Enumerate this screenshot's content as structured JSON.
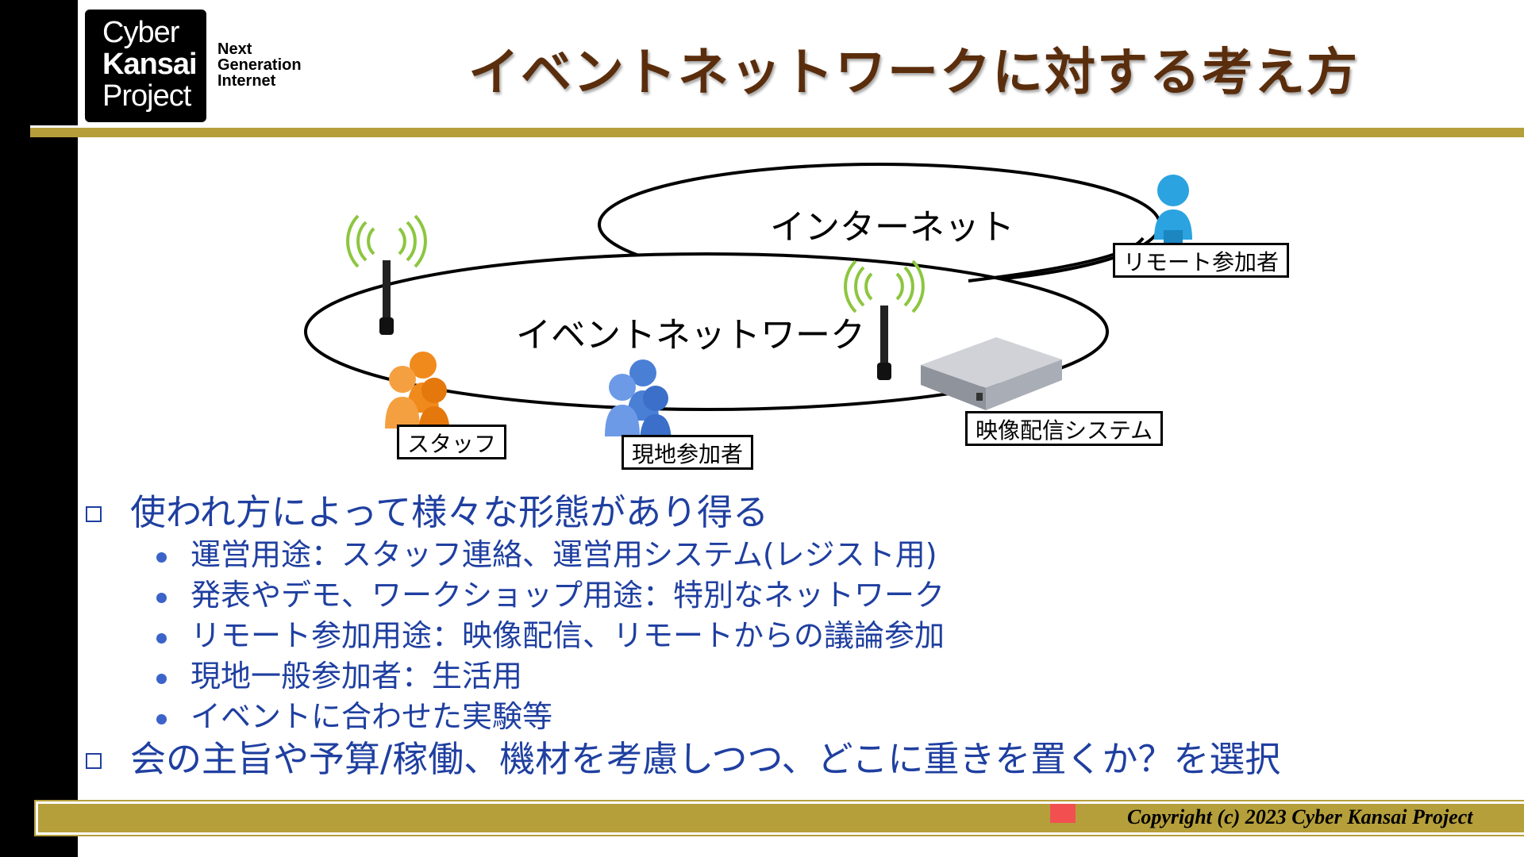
{
  "header": {
    "logo_lines": [
      "Cyber",
      "Kansai",
      "Project"
    ],
    "tagline_lines": [
      "Next",
      "Generation",
      "Internet"
    ],
    "title": "イベントネットワークに対する考え方"
  },
  "diagram": {
    "internet_label": "インターネット",
    "event_network_label": "イベントネットワーク",
    "remote_participant": "リモート参加者",
    "staff": "スタッフ",
    "local_participants": "現地参加者",
    "streaming_system": "映像配信システム"
  },
  "bullets": [
    {
      "text": "使われ方によって様々な形態があり得る",
      "sub": [
        "運営用途：スタッフ連絡、運営用システム(レジスト用)",
        "発表やデモ、ワークショップ用途：特別なネットワーク",
        "リモート参加用途：映像配信、リモートからの議論参加",
        "現地一般参加者：生活用",
        "イベントに合わせた実験等"
      ]
    },
    {
      "text": "会の主旨や予算/稼働、機材を考慮しつつ、どこに重きを置くか？を選択",
      "sub": []
    }
  ],
  "footer": {
    "copyright": "Copyright (c) 2023   Cyber Kansai Project"
  },
  "colors": {
    "title": "#5a2d0c",
    "accent_bar": "#b59f3b",
    "bullet_text": "#1f3fa0",
    "staff_icon": "#f08a1c",
    "local_icon": "#4a7fd6",
    "remote_icon": "#2aa3e0"
  }
}
